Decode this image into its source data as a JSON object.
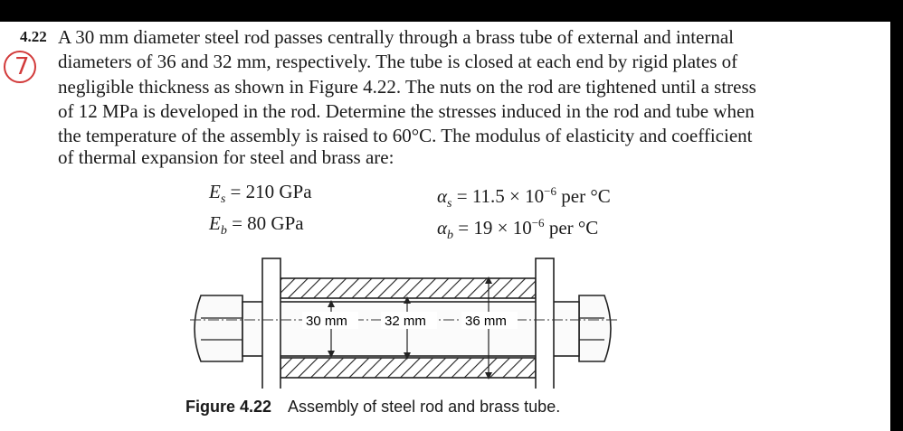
{
  "problem": {
    "number": "4.22",
    "handwritten_mark": "7",
    "lines": [
      "A 30 mm diameter steel rod passes centrally through a brass tube of external and internal",
      "diameters of 36 and 32 mm, respectively. The tube is closed at each end by rigid plates of",
      "negligible thickness as shown in Figure 4.22. The nuts on the rod are tightened until a stress",
      "of 12 MPa is developed in the rod. Determine the stresses induced in the rod and tube when",
      "the temperature of the assembly is raised to 60°C. The modulus of elasticity and coefficient",
      "of thermal expansion for steel and brass are:"
    ]
  },
  "properties": {
    "Es": {
      "symbol": "E",
      "sub": "s",
      "value": "= 210 GPa"
    },
    "Eb": {
      "symbol": "E",
      "sub": "b",
      "value": "= 80 GPa"
    },
    "as": {
      "symbol": "α",
      "sub": "s",
      "value": "= 11.5 × 10",
      "exp": "−6",
      "unit": " per °C"
    },
    "ab": {
      "symbol": "α",
      "sub": "b",
      "value": "= 19 × 10",
      "exp": "−6",
      "unit": " per °C"
    }
  },
  "figure": {
    "dims": [
      "30 mm",
      "32 mm",
      "36 mm"
    ],
    "caption_label": "Figure 4.22",
    "caption_text": "Assembly of steel rod and brass tube."
  },
  "colors": {
    "ink": "#1a1a1a",
    "handwriting": "#d23a3a"
  }
}
